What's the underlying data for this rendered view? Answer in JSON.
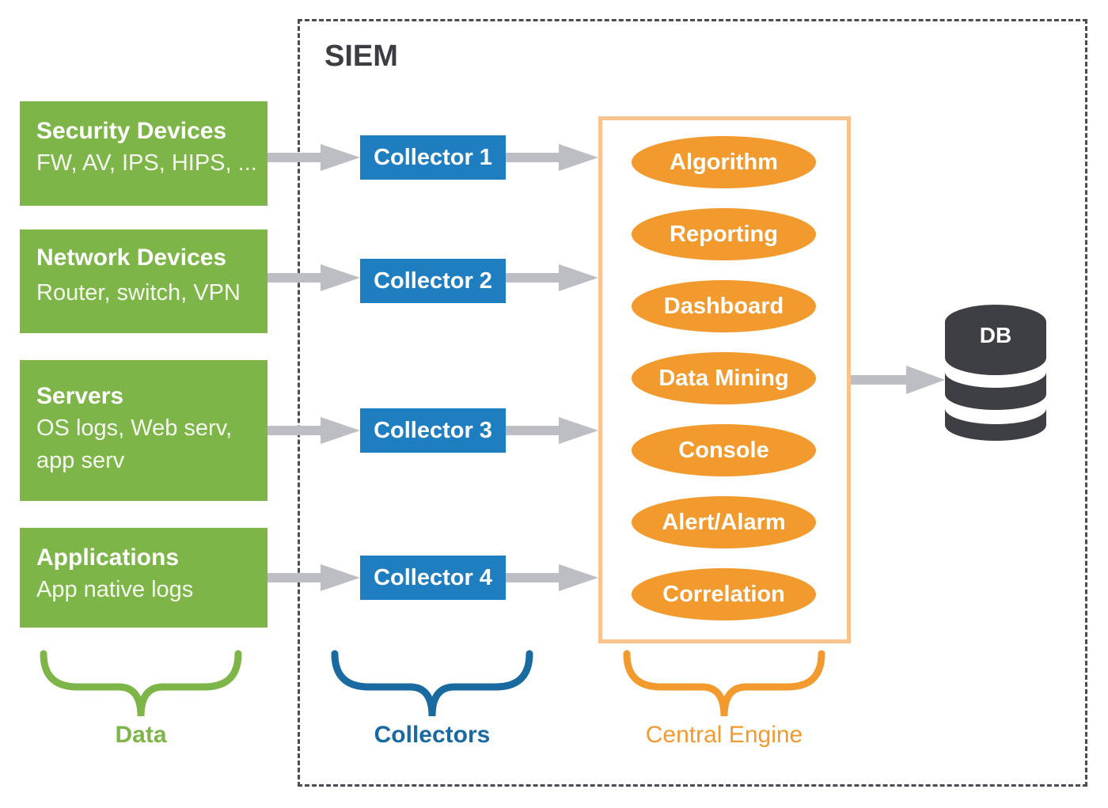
{
  "siem": {
    "title": "SIEM"
  },
  "sources": [
    {
      "title": "Security Devices",
      "subtitle": "FW, AV, IPS, HIPS, ..."
    },
    {
      "title": "Network Devices",
      "subtitle": "Router, switch, VPN"
    },
    {
      "title": "Servers",
      "subtitle_line1": "OS logs, Web serv,",
      "subtitle_line2": "app serv"
    },
    {
      "title": "Applications",
      "subtitle": "App native logs"
    }
  ],
  "collectors": [
    "Collector 1",
    "Collector 2",
    "Collector 3",
    "Collector 4"
  ],
  "engine_modules": [
    "Algorithm",
    "Reporting",
    "Dashboard",
    "Data Mining",
    "Console",
    "Alert/Alarm",
    "Correlation"
  ],
  "db": {
    "label": "DB"
  },
  "categories": {
    "data": "Data",
    "collectors": "Collectors",
    "central_engine": "Central Engine"
  },
  "colors": {
    "data_green": "#7eb548",
    "collector_blue": "#1f7ebf",
    "collector_brace_blue": "#1a6aa2",
    "engine_orange": "#f29a2e",
    "engine_border": "#f9c38e",
    "arrow_gray": "#bcbec4",
    "db_dark": "#3e3f44",
    "frame_dark": "#4a4c52"
  }
}
